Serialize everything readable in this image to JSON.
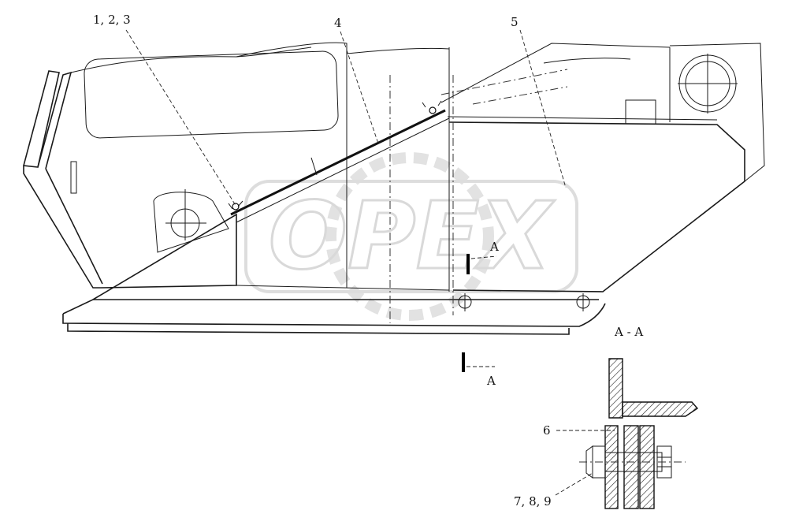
{
  "watermark": {
    "text": "OPEX"
  },
  "callouts": {
    "parts_1_2_3": "1, 2, 3",
    "part_4": "4",
    "part_5": "5",
    "part_6": "6",
    "parts_7_8_9": "7, 8, 9"
  },
  "section": {
    "title": "A - A",
    "marker_upper": "A",
    "marker_lower": "A"
  }
}
